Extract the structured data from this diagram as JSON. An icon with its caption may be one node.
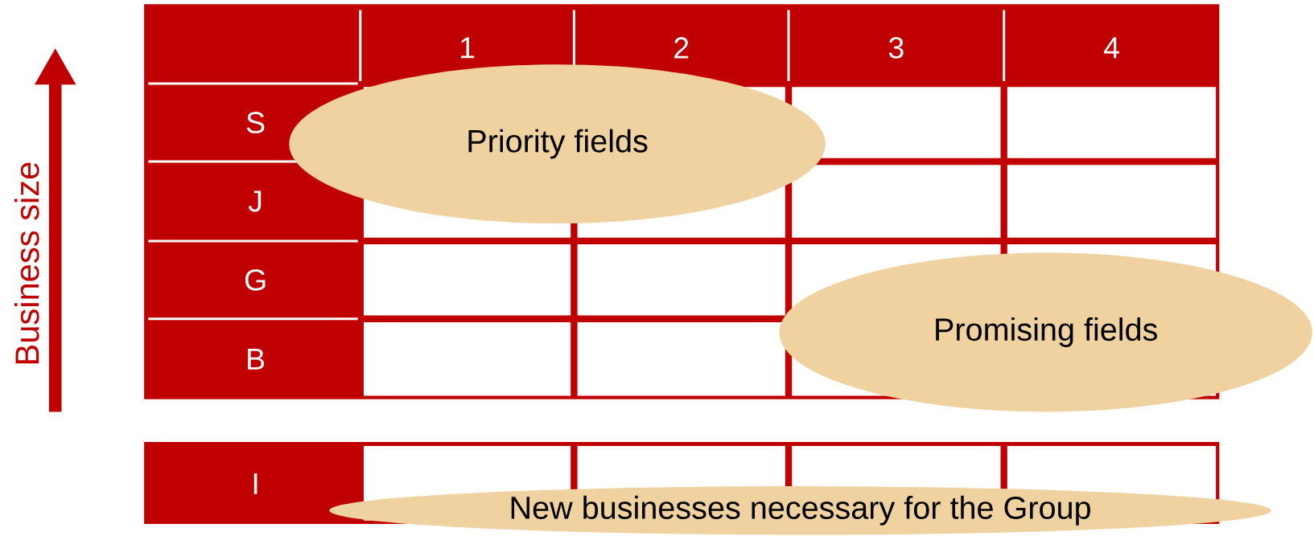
{
  "diagram": {
    "nodes": [
      {
        "text": [
          "Priority fields"
        ]
      },
      {
        "text": [
          "Promising fields"
        ]
      },
      {
        "text": [
          "New businesses necessary for the Group"
        ]
      }
    ],
    "labels": [
      "1",
      "2",
      "3",
      "4",
      "S",
      "J",
      "G",
      "B",
      "I",
      "Business size"
    ]
  }
}
